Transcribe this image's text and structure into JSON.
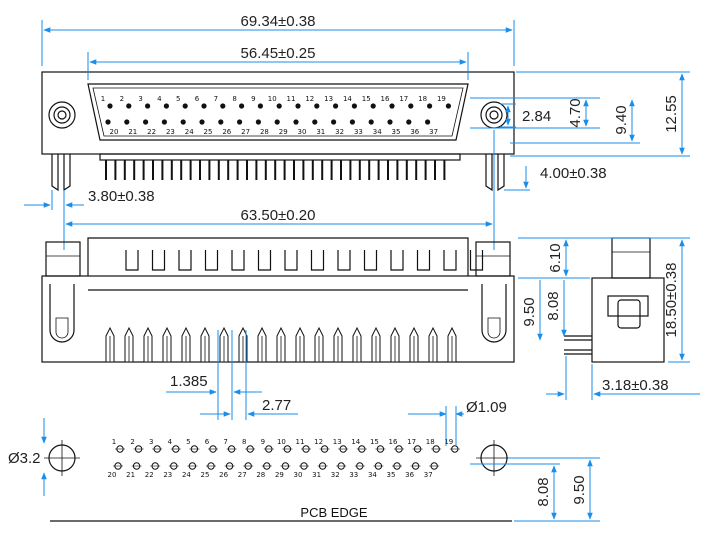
{
  "dimensions": {
    "overall_width": "69.34±0.38",
    "shell_width": "56.45±0.25",
    "top_right_small": "2.84",
    "height_470": "4.70",
    "height_940": "9.40",
    "height_1255": "12.55",
    "pin_length": "4.00±0.38",
    "left_offset": "3.80±0.38",
    "mount_spacing": "63.50±0.20",
    "side_610": "6.10",
    "side_950": "9.50",
    "side_808": "8.08",
    "side_total": "18.50±0.38",
    "side_bottom": "3.18±0.38",
    "pitch_half": "1.385",
    "pitch": "2.77",
    "hole_dia": "Ø1.09",
    "mount_dia": "Ø3.2",
    "pcb_808": "8.08",
    "pcb_950": "9.50"
  },
  "pins": {
    "top_row": [
      "1",
      "2",
      "3",
      "4",
      "5",
      "6",
      "7",
      "8",
      "9",
      "10",
      "11",
      "12",
      "13",
      "14",
      "15",
      "16",
      "17",
      "18",
      "19"
    ],
    "bottom_row": [
      "20",
      "21",
      "22",
      "23",
      "24",
      "25",
      "26",
      "27",
      "28",
      "29",
      "30",
      "31",
      "32",
      "33",
      "34",
      "35",
      "36",
      "37"
    ]
  },
  "labels": {
    "pcb_edge": "PCB EDGE"
  },
  "colors": {
    "dimension_line": "#1a8ee8",
    "outline": "#111111"
  }
}
